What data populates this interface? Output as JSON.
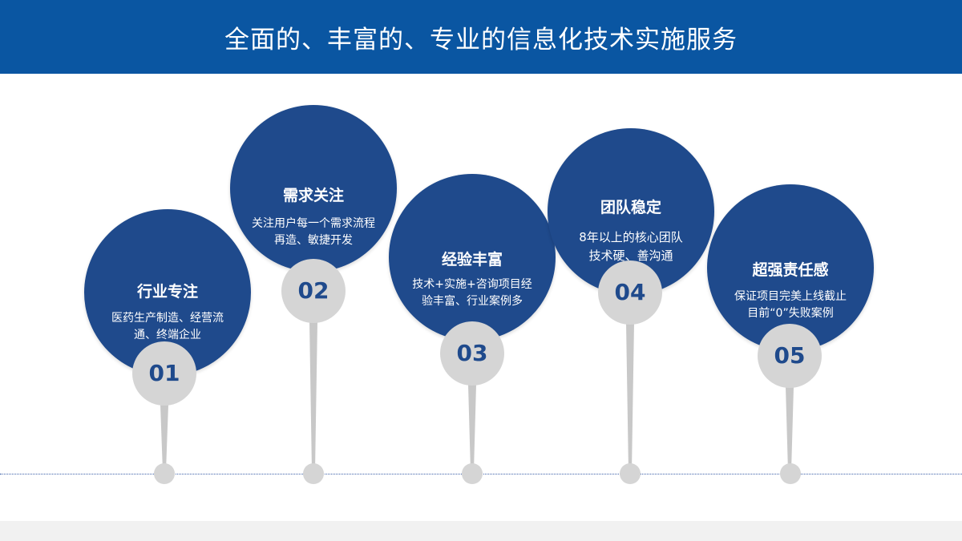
{
  "header": {
    "title": "全面的、丰富的、专业的信息化技术实施服务"
  },
  "items": [
    {
      "number": "01",
      "title": "行业专注",
      "desc": "医药生产制造、经营流通、终端企业"
    },
    {
      "number": "02",
      "title": "需求关注",
      "desc": "关注用户每一个需求流程再造、敏捷开发"
    },
    {
      "number": "03",
      "title": "经验丰富",
      "desc": "技术+实施+咨询项目经验丰富、行业案例多"
    },
    {
      "number": "04",
      "title": "团队稳定",
      "desc": "8年以上的核心团队技术硬、善沟通"
    },
    {
      "number": "05",
      "title": "超强责任感",
      "desc": "保证项目完美上线截止目前“0”失败案例"
    }
  ],
  "colors": {
    "header_bg": "#0a56a2",
    "circle_blue": "#1f4a8c",
    "circle_gray": "#d5d5d5",
    "timeline": "#3a5ea8"
  }
}
